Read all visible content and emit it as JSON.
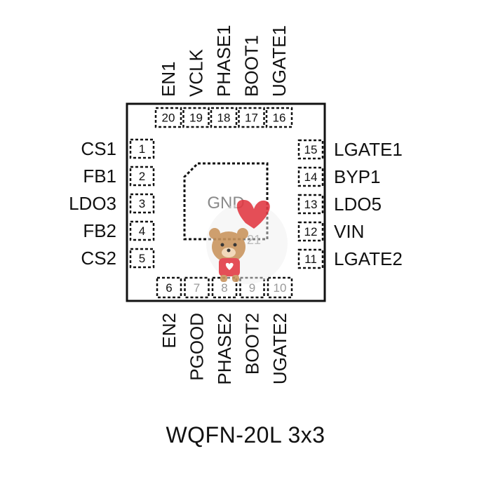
{
  "package": {
    "name": "WQFN-20L 3x3"
  },
  "pad": {
    "label": "GND",
    "pin": "21"
  },
  "pins": {
    "left": [
      {
        "num": "1",
        "name": "CS1"
      },
      {
        "num": "2",
        "name": "FB1"
      },
      {
        "num": "3",
        "name": "LDO3"
      },
      {
        "num": "4",
        "name": "FB2"
      },
      {
        "num": "5",
        "name": "CS2"
      }
    ],
    "bottom": [
      {
        "num": "6",
        "name": "EN2"
      },
      {
        "num": "7",
        "name": "PGOOD"
      },
      {
        "num": "8",
        "name": "PHASE2"
      },
      {
        "num": "9",
        "name": "BOOT2"
      },
      {
        "num": "10",
        "name": "UGATE2"
      }
    ],
    "right": [
      {
        "num": "11",
        "name": "LGATE2"
      },
      {
        "num": "12",
        "name": "VIN"
      },
      {
        "num": "13",
        "name": "LDO5"
      },
      {
        "num": "14",
        "name": "BYP1"
      },
      {
        "num": "15",
        "name": "LGATE1"
      }
    ],
    "top": [
      {
        "num": "16",
        "name": "UGATE1"
      },
      {
        "num": "17",
        "name": "BOOT1"
      },
      {
        "num": "18",
        "name": "PHASE1"
      },
      {
        "num": "19",
        "name": "VCLK"
      },
      {
        "num": "20",
        "name": "EN1"
      }
    ]
  },
  "colors": {
    "outline": "#111111",
    "watermark_heart": "#e23b45",
    "watermark_bear": "#c9955f"
  }
}
